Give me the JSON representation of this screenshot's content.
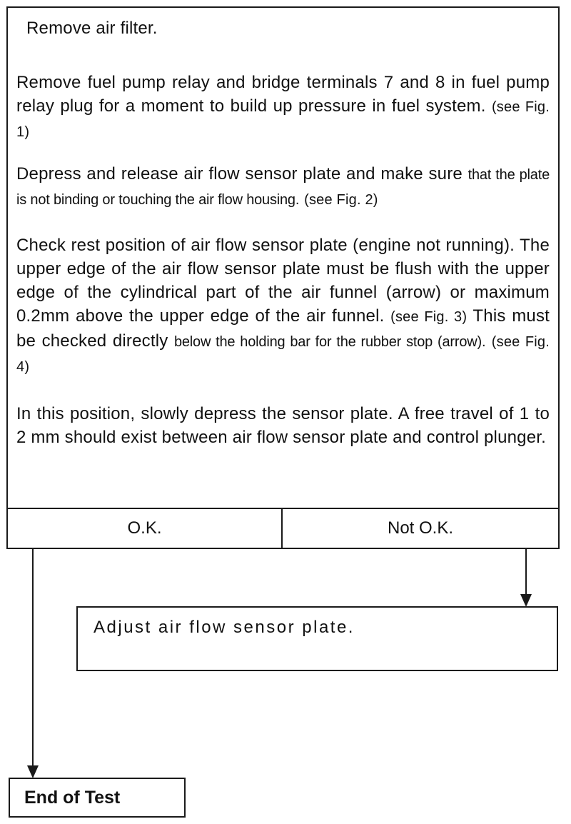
{
  "steps": {
    "s1": "Remove air filter.",
    "s2_main": "Remove fuel pump relay and bridge terminals 7 and 8 in fuel pump relay plug for a moment to build up pressure in fuel system.",
    "s2_ref": "(see Fig. 1)",
    "s3_main": "Depress and release air flow sensor plate and make sure",
    "s3_small": "that the plate is not binding or touching the air flow housing.",
    "s3_ref": "(see Fig. 2)",
    "s4_main": "Check rest position of air flow sensor plate (engine not running). The upper edge of the air flow sensor plate must be flush with the upper edge of the cylindrical part of the air funnel (arrow) or maximum 0.2mm above the upper edge of the air funnel.",
    "s4_ref1": "(see Fig. 3)",
    "s4_mid": "This must be checked directly",
    "s4_small": "below the holding bar for the rubber stop (arrow).",
    "s4_ref2": "(see Fig. 4)",
    "s5": "In this position, slowly depress the sensor plate. A free travel of 1 to 2 mm should exist between air flow sensor plate and control plunger."
  },
  "results": {
    "ok": "O.K.",
    "not_ok": "Not O.K."
  },
  "adjust": "Adjust air flow sensor plate.",
  "end": "End of Test"
}
